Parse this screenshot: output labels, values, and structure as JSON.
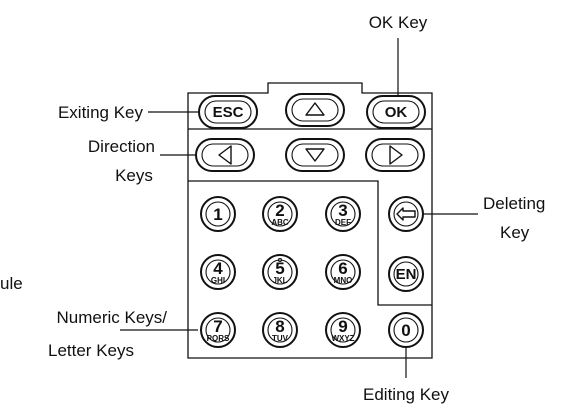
{
  "callouts": {
    "ok_key": "OK Key",
    "exiting_key": "Exiting Key",
    "direction_keys_line1": "Direction",
    "direction_keys_line2": "Keys",
    "deleting_key_line1": "Deleting",
    "deleting_key_line2": "Key",
    "module_fragment": "ule",
    "numeric_keys_line1": "Numeric Keys/",
    "numeric_keys_line2": "Letter Keys",
    "editing_key": "Editing Key"
  },
  "keys": {
    "esc": "ESC",
    "ok": "OK",
    "en": "EN",
    "zero": "0"
  },
  "number_keys": [
    {
      "digit": "1",
      "letters": ""
    },
    {
      "digit": "2",
      "letters": "ABC"
    },
    {
      "digit": "3",
      "letters": "DEF"
    },
    {
      "digit": "4",
      "letters": "GHI"
    },
    {
      "digit": "5",
      "letters": "JKL"
    },
    {
      "digit": "6",
      "letters": "MNO"
    },
    {
      "digit": "7",
      "letters": "PQRS"
    },
    {
      "digit": "8",
      "letters": "TUV"
    },
    {
      "digit": "9",
      "letters": "WXYZ"
    }
  ],
  "icons": {
    "up": "up-triangle-icon",
    "down": "down-triangle-icon",
    "left": "left-triangle-icon",
    "right": "right-triangle-icon",
    "delete": "backspace-arrow-icon"
  }
}
